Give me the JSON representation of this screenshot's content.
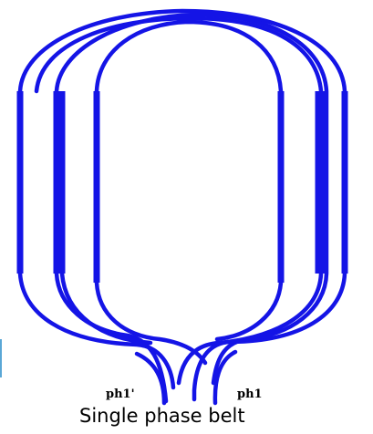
{
  "diagram": {
    "caption": "Single phase belt",
    "lead_left": "ph1'",
    "lead_right": "ph1",
    "colors": {
      "winding": "#1414e6",
      "text": "#000000",
      "edge_mark": "#5aa7d6"
    }
  }
}
